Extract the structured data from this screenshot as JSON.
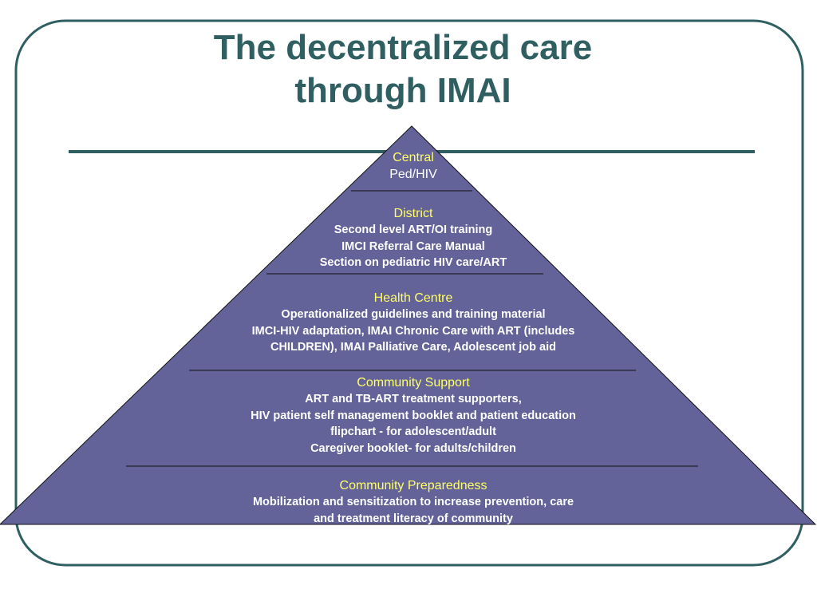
{
  "title": {
    "line1": "The decentralized care",
    "line2": "through IMAI"
  },
  "colors": {
    "title": "#2f5f61",
    "frame": "#2f5f61",
    "pyramid_fill": "#636299",
    "heading": "#ffff66",
    "body_text": "#ffffff"
  },
  "levels": [
    {
      "heading": "Central",
      "lines": [
        "Ped/HIV"
      ]
    },
    {
      "heading": "District",
      "lines": [
        "Second level ART/OI training",
        "IMCI Referral Care Manual",
        "Section on pediatric HIV care/ART"
      ]
    },
    {
      "heading": "Health Centre",
      "lines": [
        "Operationalized guidelines and training material",
        "IMCI-HIV adaptation, IMAI Chronic Care with ART (includes",
        "CHILDREN), IMAI Palliative Care, Adolescent  job aid"
      ]
    },
    {
      "heading": "Community Support",
      "lines": [
        "ART and TB-ART treatment supporters,",
        "HIV patient self management booklet and patient education",
        "flipchart - for adolescent/adult",
        "Caregiver booklet- for adults/children"
      ]
    },
    {
      "heading": "Community Preparedness",
      "lines": [
        "Mobilization and sensitization to increase prevention, care",
        "and treatment literacy of community"
      ]
    }
  ]
}
